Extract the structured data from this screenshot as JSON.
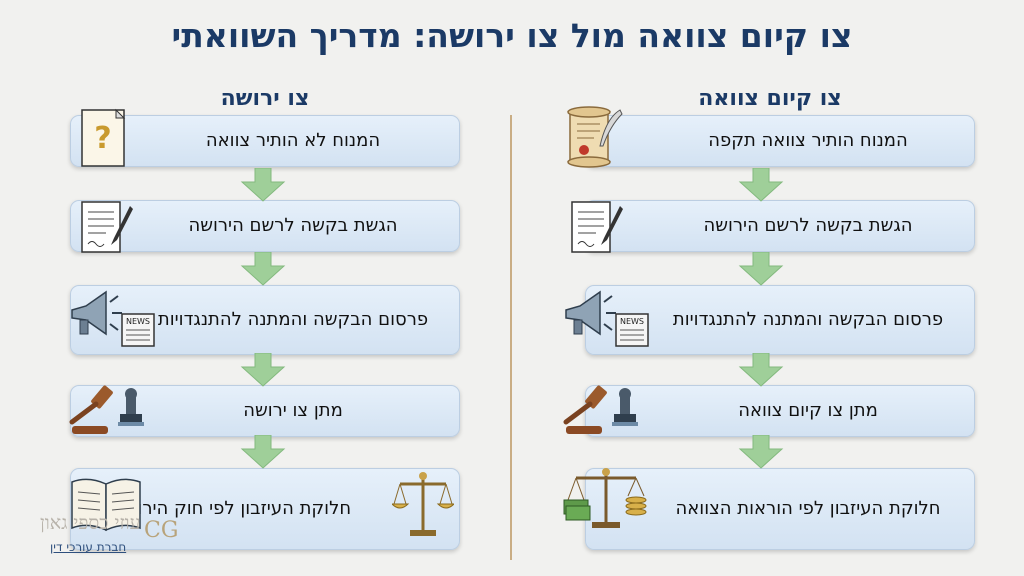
{
  "title": "צו קיום צוואה מול צו ירושה: מדריך השוואתי",
  "right_column": {
    "heading": "צו קיום צוואה",
    "steps": [
      "המנוח הותיר צוואה תקפה",
      "הגשת בקשה לרשם הירושה",
      "פרסום הבקשה והמתנה להתנגדויות",
      "מתן צו קיום צוואה",
      "חלוקת העיזבון לפי הוראות הצוואה"
    ]
  },
  "left_column": {
    "heading": "צו ירושה",
    "steps": [
      "המנוח לא הותיר צוואה",
      "הגשת בקשה לרשם הירושה",
      "פרסום הבקשה והמתנה להתנגדויות",
      "מתן צו ירושה",
      "חלוקת העיזבון לפי חוק הירושה"
    ]
  },
  "icons": {
    "question": "?",
    "news": "NEWS"
  },
  "logo": {
    "name": "עוזי כספי גאון",
    "subtitle": "חברת עורכי דין",
    "mark": "CG"
  },
  "colors": {
    "title": "#1b3a66",
    "card": "#dce8f5",
    "arrow": "#9fcf99",
    "divider": "#c9ad84"
  }
}
